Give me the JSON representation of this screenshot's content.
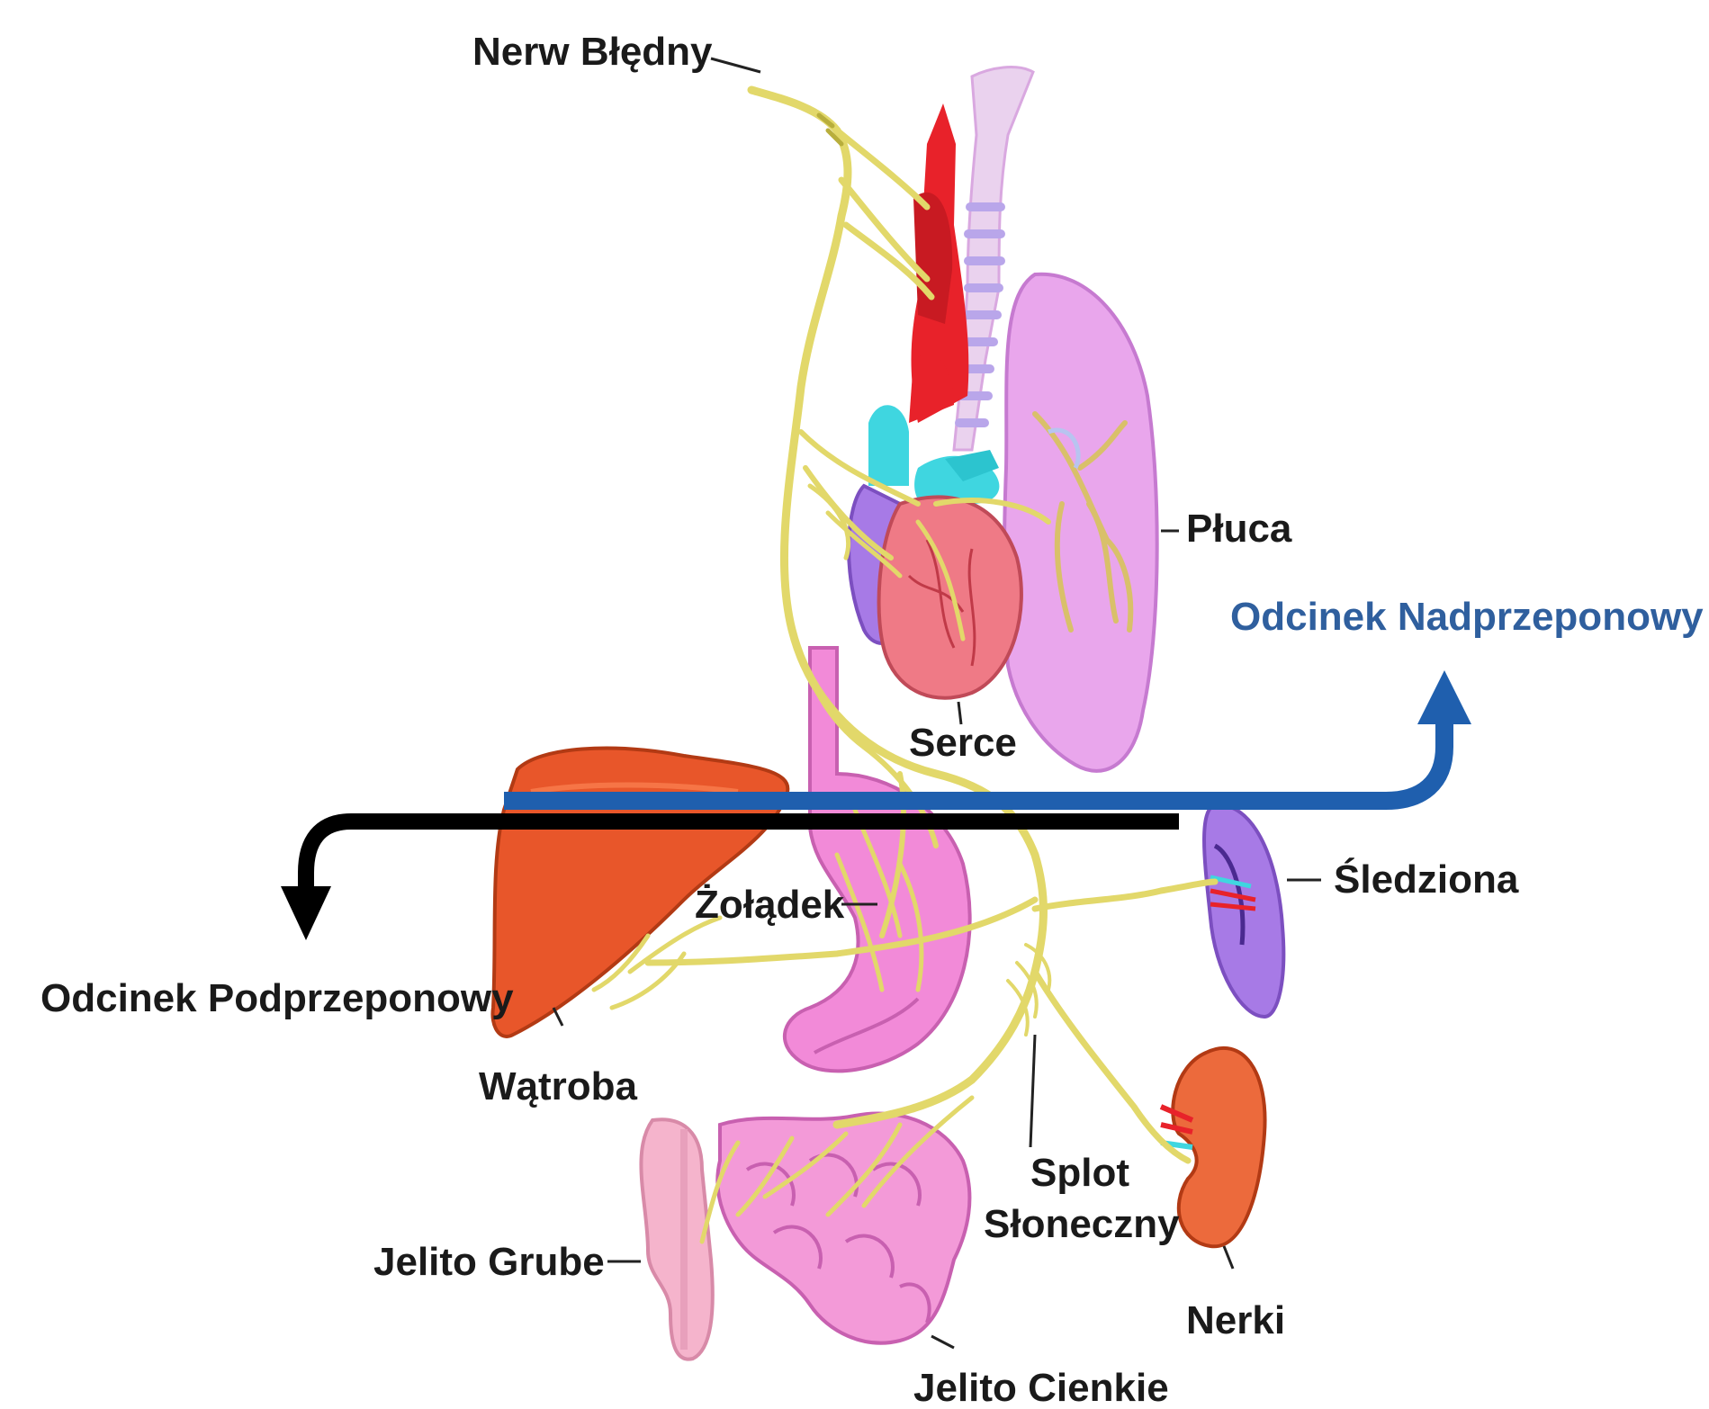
{
  "colors": {
    "background": "#ffffff",
    "nerve": "#e2d86a",
    "supra_arrow": "#1f5fae",
    "sub_arrow": "#000000",
    "label_text": "#1a1a1a",
    "supra_label_text": "#2f5f9e",
    "heart": "#ef7a86",
    "lung": "#e9a6ec",
    "liver": "#e8562a",
    "stomach": "#f28ad8",
    "spleen": "#a77ae6",
    "kidney": "#ec6a3c",
    "intestine": "#f39ad8",
    "aorta": "#e8222a",
    "pulmonary": "#3fd6e0",
    "trachea": "#b9a6ea"
  },
  "labels": {
    "vagus": "Nerw Błędny",
    "lungs": "Płuca",
    "supra": "Odcinek Nadprzeponowy",
    "heart": "Serce",
    "spleen": "Śledziona",
    "stomach": "Żołądek",
    "sub": "Odcinek Podprzeponowy",
    "liver": "Wątroba",
    "plexus_line1": "Splot",
    "plexus_line2": "Słoneczny",
    "large_intestine": "Jelito Grube",
    "kidneys": "Nerki",
    "small_intestine": "Jelito Cienkie"
  }
}
